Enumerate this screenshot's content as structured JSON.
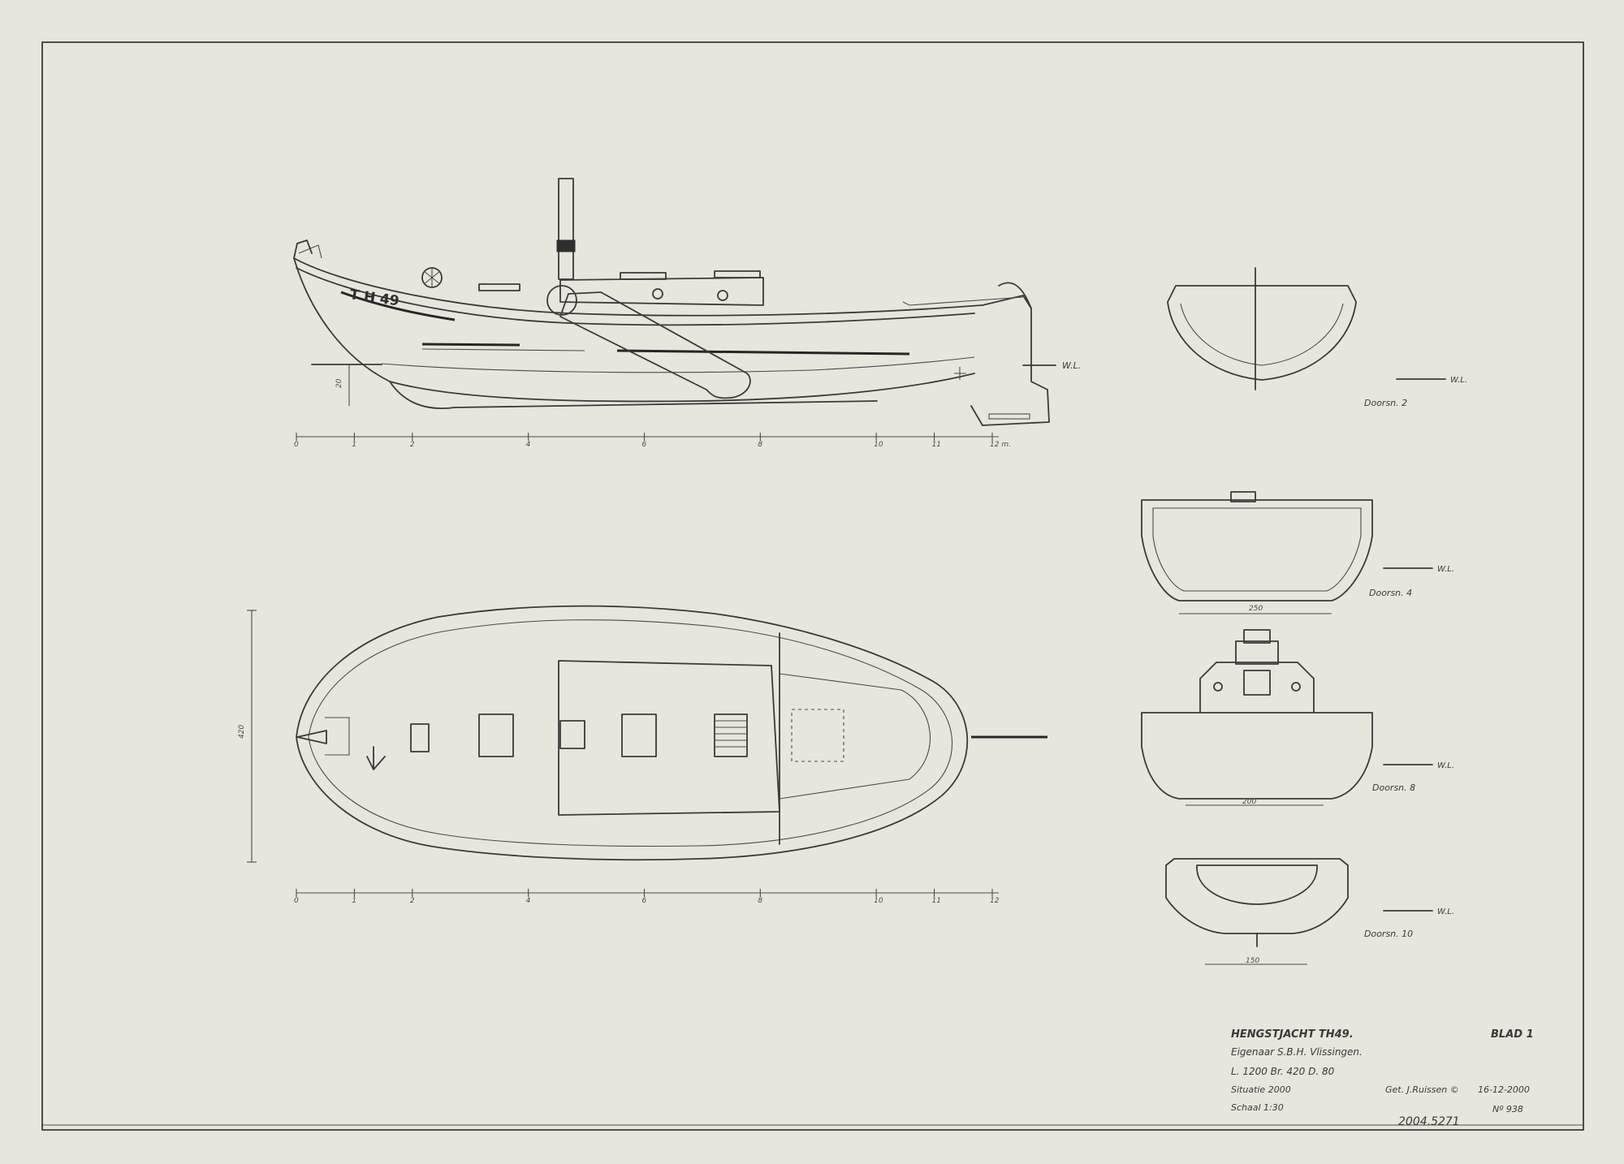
{
  "hull_marking": "T H 49",
  "waterline_label": "W.L.",
  "profile_view": {
    "draft_dim": "20",
    "scale_ticks": [
      "0",
      "1",
      "2",
      "4",
      "6",
      "8",
      "10",
      "11",
      "12 m."
    ]
  },
  "plan_view": {
    "beam_dim": "420",
    "scale_ticks": [
      "0",
      "1",
      "2",
      "4",
      "6",
      "8",
      "10",
      "11",
      "12"
    ]
  },
  "sections": [
    {
      "label": "Doorsn. 2",
      "width_dim": ""
    },
    {
      "label": "Doorsn. 4",
      "width_dim": "250"
    },
    {
      "label": "Doorsn. 8",
      "width_dim": "200"
    },
    {
      "label": "Doorsn. 10",
      "width_dim": "150"
    }
  ],
  "title_block": {
    "title": "HENGSTJACHT  TH49.",
    "sheet": "BLAD  1",
    "owner": "Eigenaar  S.B.H.  Vlissingen.",
    "dimensions": "L. 1200   Br. 420   D. 80",
    "situation": "Situatie 2000",
    "drawn_by": "Get.  J.Ruissen ©",
    "date": "16-12-2000",
    "scale": "Schaal  1:30",
    "drawing_number": "Nº 938"
  },
  "archive_number": "2004.5271"
}
